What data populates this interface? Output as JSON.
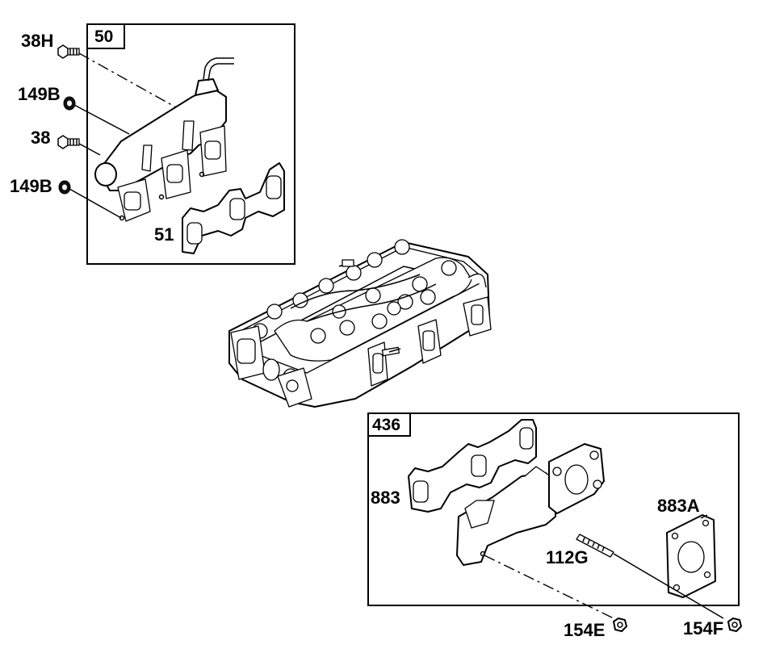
{
  "callouts": {
    "box_50": "50",
    "box_436": "436",
    "p38H": "38H",
    "p149B_top": "149B",
    "p38": "38",
    "p149B_bottom": "149B",
    "p51": "51",
    "p883": "883",
    "p883A": "883A",
    "p112G": "112G",
    "p154E": "154E",
    "p154F": "154F"
  }
}
